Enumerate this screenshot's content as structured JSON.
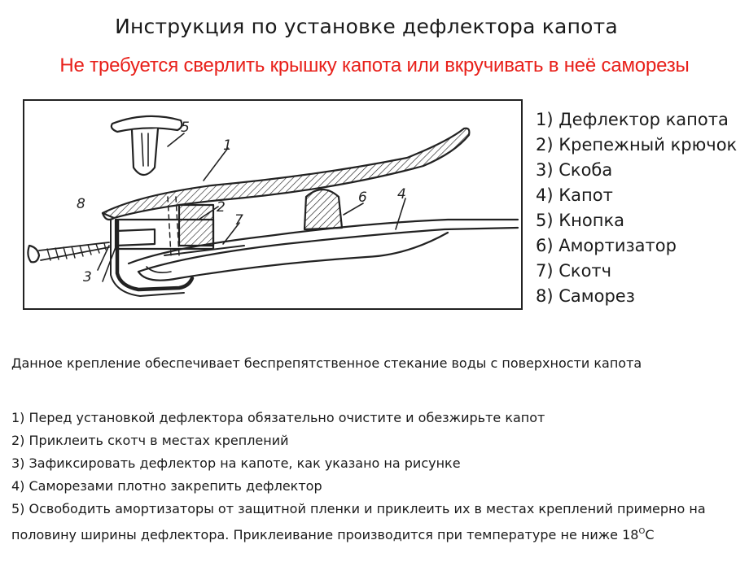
{
  "header": {
    "title": "Инструкция по установке дефлектора капота",
    "subtitle": "Не требуется сверлить крышку капота или вкручивать в неё саморезы"
  },
  "diagram": {
    "labels": [
      "1",
      "2",
      "3",
      "4",
      "5",
      "6",
      "7",
      "8"
    ]
  },
  "legend": [
    "1) Дефлектор капота",
    "2) Крепежный крючок",
    "3) Скоба",
    "4) Капот",
    "5) Кнопка",
    "6) Амортизатор",
    "7) Скотч",
    "8) Саморез"
  ],
  "note": "Данное крепление обеспечивает беспрепятственное стекание воды с поверхности капота",
  "steps": [
    "1) Перед установкой дефлектора обязательно очистите и обезжирьте капот",
    "2) Приклеить скотч в местах креплений",
    "3) Зафиксировать дефлектор на капоте, как указано на рисунке",
    "4) Саморезами плотно закрепить дефлектор"
  ],
  "step5": {
    "text": "5) Освободить амортизаторы от защитной пленки и приклеить их в местах креплений примерно на половину ширины дефлектора. Приклеивание производится при температуре не ниже 18",
    "degree": "O",
    "unit": "C"
  },
  "colors": {
    "text": "#1a1a1a",
    "accent_red": "#e8201a",
    "line": "#222222"
  }
}
